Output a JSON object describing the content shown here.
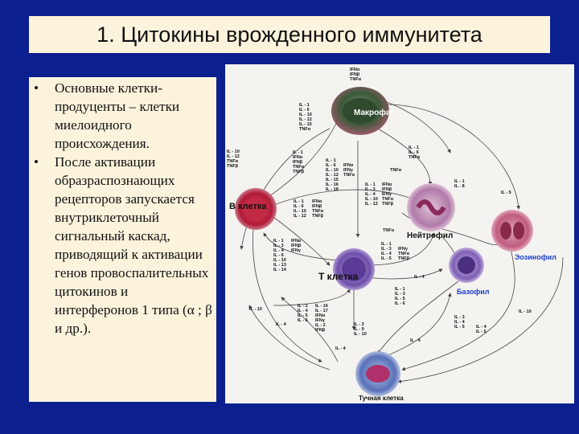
{
  "title": "1. Цитокины врожденного иммунитета",
  "bullets": [
    "Основные клетки-продуценты – клетки миелоидного происхождения.",
    "После активации образраспознающих рецепторов запускается внутриклеточный сигнальный каскад, приводящий к активации генов провоспалительных цитокинов и интерферонов 1 типа (α ; β и др.)."
  ],
  "bullet_symbol": "•",
  "diagram": {
    "cells": {
      "macrophage": "Макрофаг",
      "b_cell": "В клетка",
      "t_cell": "Т клетка",
      "neutrophil": "Нейтрофил",
      "eosinophil": "Эозинофил",
      "basophil": "Базофил",
      "mast_cell": "Тучная клетка"
    },
    "labels": {
      "top_ifn": [
        "IFNα",
        "IFNβ",
        "TNFα"
      ],
      "mac_left": [
        "IL - 1",
        "IL - 6",
        "IL - 10",
        "IL - 12",
        "IL - 15",
        "TNFα"
      ],
      "far_left": [
        "IL - 10",
        "IL - 12",
        "TNFα",
        "TNFβ"
      ],
      "mid1": [
        "IL - 1",
        "IFNα",
        "IFNβ",
        "TNFα",
        "TNFβ"
      ],
      "mid2": [
        "IL - 1",
        "IL - 6",
        "IL - 10",
        "IL - 12",
        "IL - 15",
        "IL - 16",
        "IL - 18"
      ],
      "mid2b": [
        "IFNα",
        "IFNγ",
        "TNFα"
      ],
      "mac_right": [
        "IL - 1",
        "IL - 6",
        "TNFα"
      ],
      "tnfa_right": [
        "TNFα"
      ],
      "neut_left": [
        "IL - 1",
        "IL - 3",
        "IL - 4",
        "IL - 10",
        "IL - 13"
      ],
      "neut_left_b": [
        "IFNα",
        "IFNβ",
        "IFNγ",
        "TNFα",
        "TNFβ"
      ],
      "il1_il8": [
        "IL - 1",
        "IL - 8"
      ],
      "il5": [
        "IL - 5"
      ],
      "bcell_right": [
        "IL - 1",
        "IL - 6",
        "IL - 10",
        "IL - 12"
      ],
      "bcell_right_b": [
        "IFNα",
        "IFNβ",
        "TNFα",
        "TNFβ"
      ],
      "tnfa_mid": [
        "TNFα"
      ],
      "tcell_left": [
        "IL - 1",
        "IL - 3",
        "IL - 4",
        "IL - 6",
        "IL - 10",
        "IL - 13",
        "IL - 14"
      ],
      "tcell_left_b": [
        "IFNα",
        "IFNβ",
        "IFNγ"
      ],
      "neut_below": [
        "IL - 1",
        "IL - 3",
        "IL - 4",
        "IL - 5"
      ],
      "neut_below_b": [
        "IFNγ",
        "TNFα",
        "TNFβ"
      ],
      "il4_a": [
        "IL - 4"
      ],
      "tcell_below": [
        "IL - 1",
        "IL - 3",
        "IL - 5",
        "IL - 6"
      ],
      "tcell_below_b": [
        "IL - 2",
        "IL - 4",
        "IL - 5",
        "IL - 6"
      ],
      "tcell_below_c": [
        "IL - 16",
        "IL - 17",
        "IFNα",
        "IFNγ"
      ],
      "tcell_below_d": [
        "IL - 2",
        "IFNβ"
      ],
      "il10_left": [
        "IL - 10"
      ],
      "il4_left": [
        "IL - 4"
      ],
      "il4_bottom": [
        "IL - 4"
      ],
      "mast_mid": [
        "IL - 3",
        "IL - 9",
        "IL - 10"
      ],
      "il4_mast": [
        "IL - 4"
      ],
      "baso_below": [
        "IL - 1",
        "IL - 3",
        "IL - 4",
        "IL - 5"
      ],
      "baso_right": [
        "IL - 3",
        "IL - 4",
        "IL - 5"
      ],
      "il4_il5": [
        "IL - 4",
        "IL - 5"
      ],
      "il10_right": [
        "IL - 10"
      ]
    }
  }
}
